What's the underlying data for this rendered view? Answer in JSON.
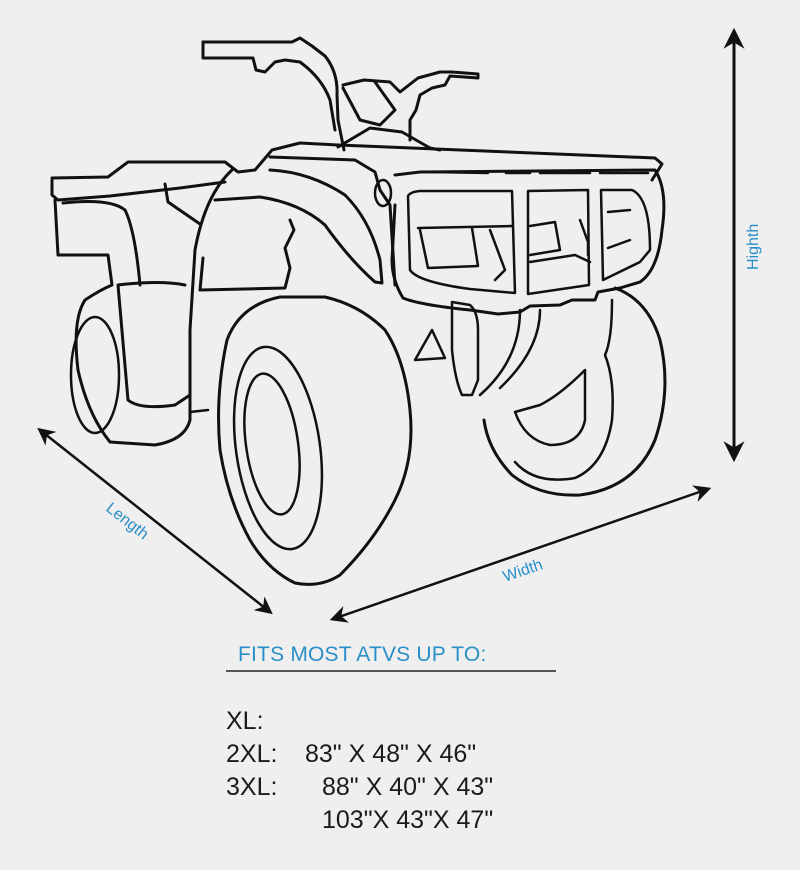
{
  "colors": {
    "background": "#efefef",
    "accent": "#2a8fc9",
    "line": "#111111",
    "text": "#1b1b1b"
  },
  "dimensions": {
    "height_label": "Highth",
    "length_label": "Length",
    "width_label": "Width"
  },
  "sizes": {
    "title": "FITS MOST ATVS UP TO:",
    "rows": [
      {
        "size": "XL:",
        "dims": "83\" X 48\" X 46\""
      },
      {
        "size": "2XL:",
        "dims": "88\" X 40\" X 43\""
      },
      {
        "size": "3XL:",
        "dims": "103\"X 43\"X 47\""
      }
    ]
  },
  "illustration": {
    "subject": "atv-line-drawing"
  }
}
